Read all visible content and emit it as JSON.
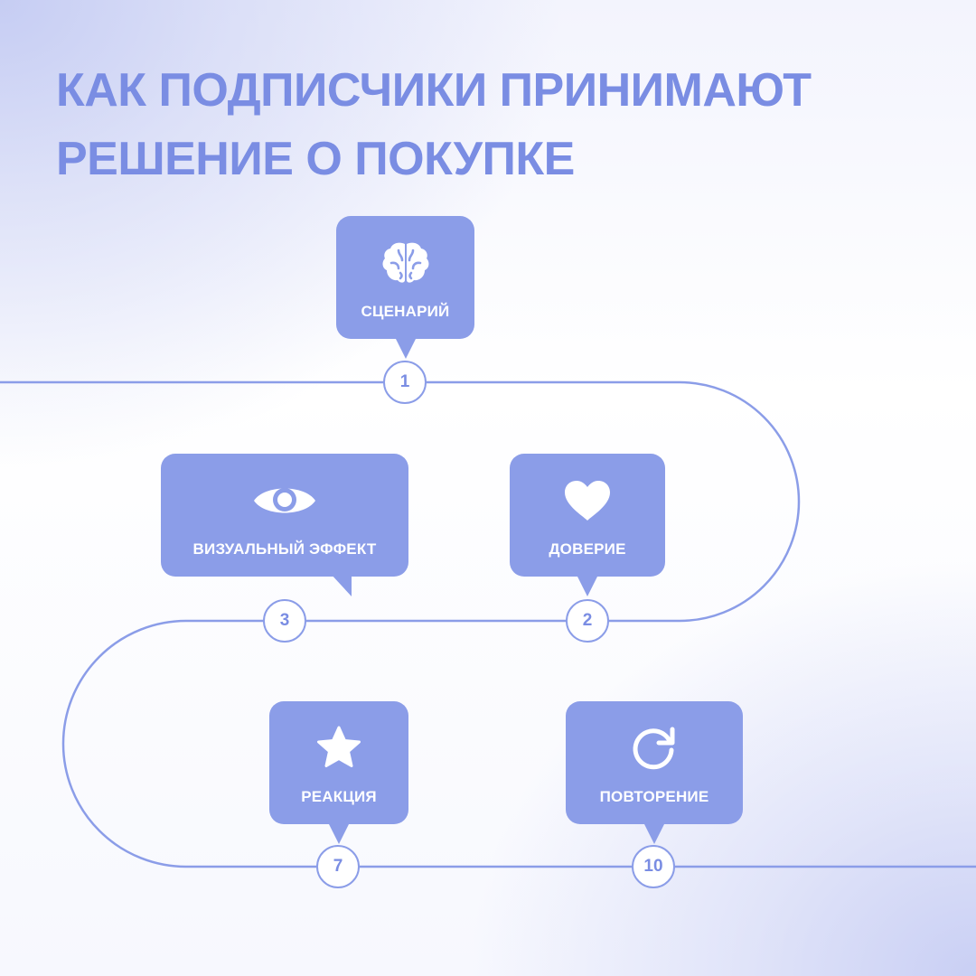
{
  "title": {
    "line1": "КАК ПОДПИСЧИКИ ПРИНИМАЮТ",
    "line2": "РЕШЕНИЕ О ПОКУПКЕ"
  },
  "colors": {
    "accent": "#8b9de8",
    "title": "#7a8de3",
    "line": "#8b9de8",
    "node_fill": "#ffffff"
  },
  "steps": [
    {
      "number": "1",
      "label": "СЦЕНАРИЙ",
      "icon": "brain-icon"
    },
    {
      "number": "2",
      "label": "ДОВЕРИЕ",
      "icon": "heart-icon"
    },
    {
      "number": "3",
      "label": "ВИЗУАЛЬНЫЙ ЭФФЕКТ",
      "icon": "eye-icon"
    },
    {
      "number": "7",
      "label": "РЕАКЦИЯ",
      "icon": "star-icon"
    },
    {
      "number": "10",
      "label": "ПОВТОРЕНИЕ",
      "icon": "refresh-icon"
    }
  ]
}
